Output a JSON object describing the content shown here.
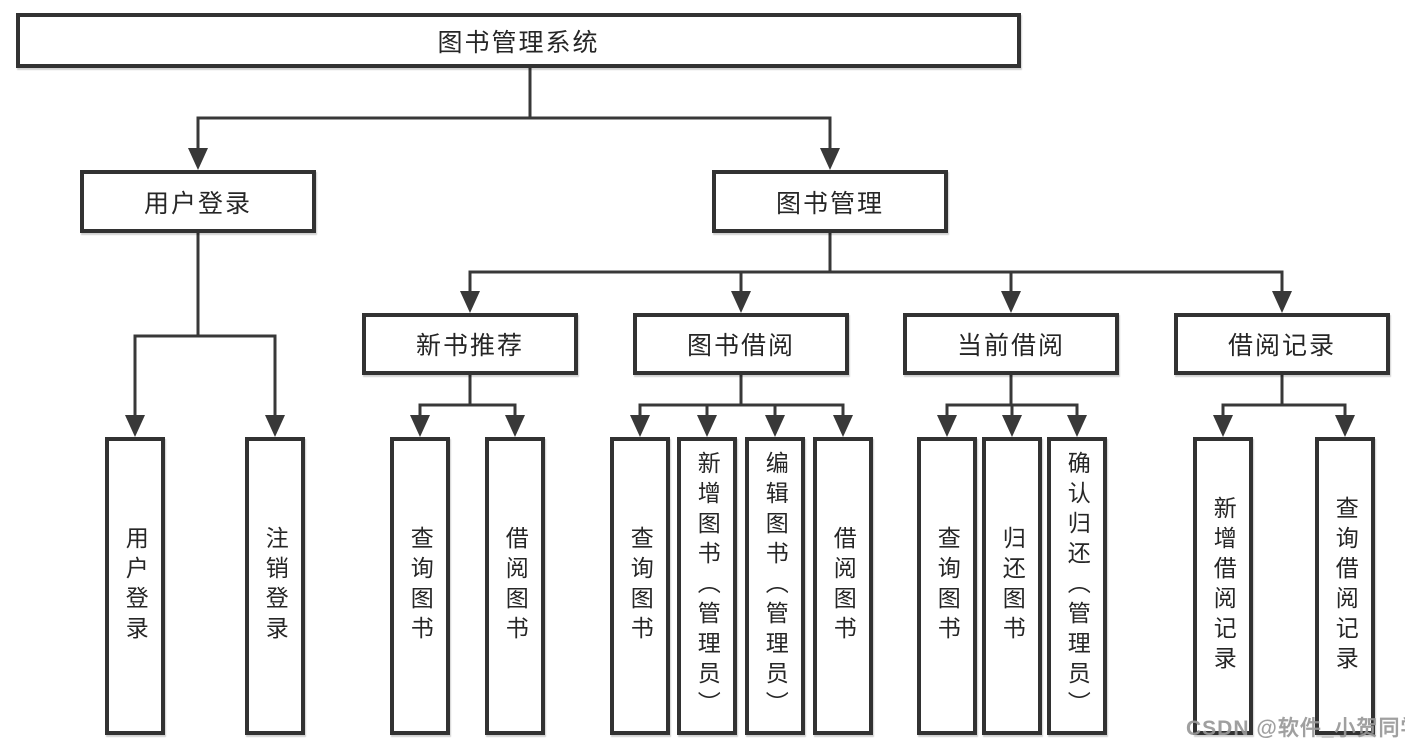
{
  "tree": {
    "root": "图书管理系统",
    "l2": [
      {
        "label": "用户登录",
        "leaves": [
          "用户登录",
          "注销登录"
        ]
      },
      {
        "label": "图书管理",
        "l3": [
          {
            "label": "新书推荐",
            "leaves": [
              "查询图书",
              "借阅图书"
            ]
          },
          {
            "label": "图书借阅",
            "leaves": [
              "查询图书",
              "新增图书（管理员）",
              "编辑图书（管理员）",
              "借阅图书"
            ]
          },
          {
            "label": "当前借阅",
            "leaves": [
              "查询图书",
              "归还图书",
              "确认归还（管理员）"
            ]
          },
          {
            "label": "借阅记录",
            "leaves": [
              "新增借阅记录",
              "查询借阅记录"
            ]
          }
        ]
      }
    ]
  },
  "watermark": "CSDN @软件_小贺同学",
  "colors": {
    "line": "#383838",
    "box_border": "#323232",
    "text": "#262626",
    "watermark": "#989898",
    "background": "#ffffff"
  }
}
